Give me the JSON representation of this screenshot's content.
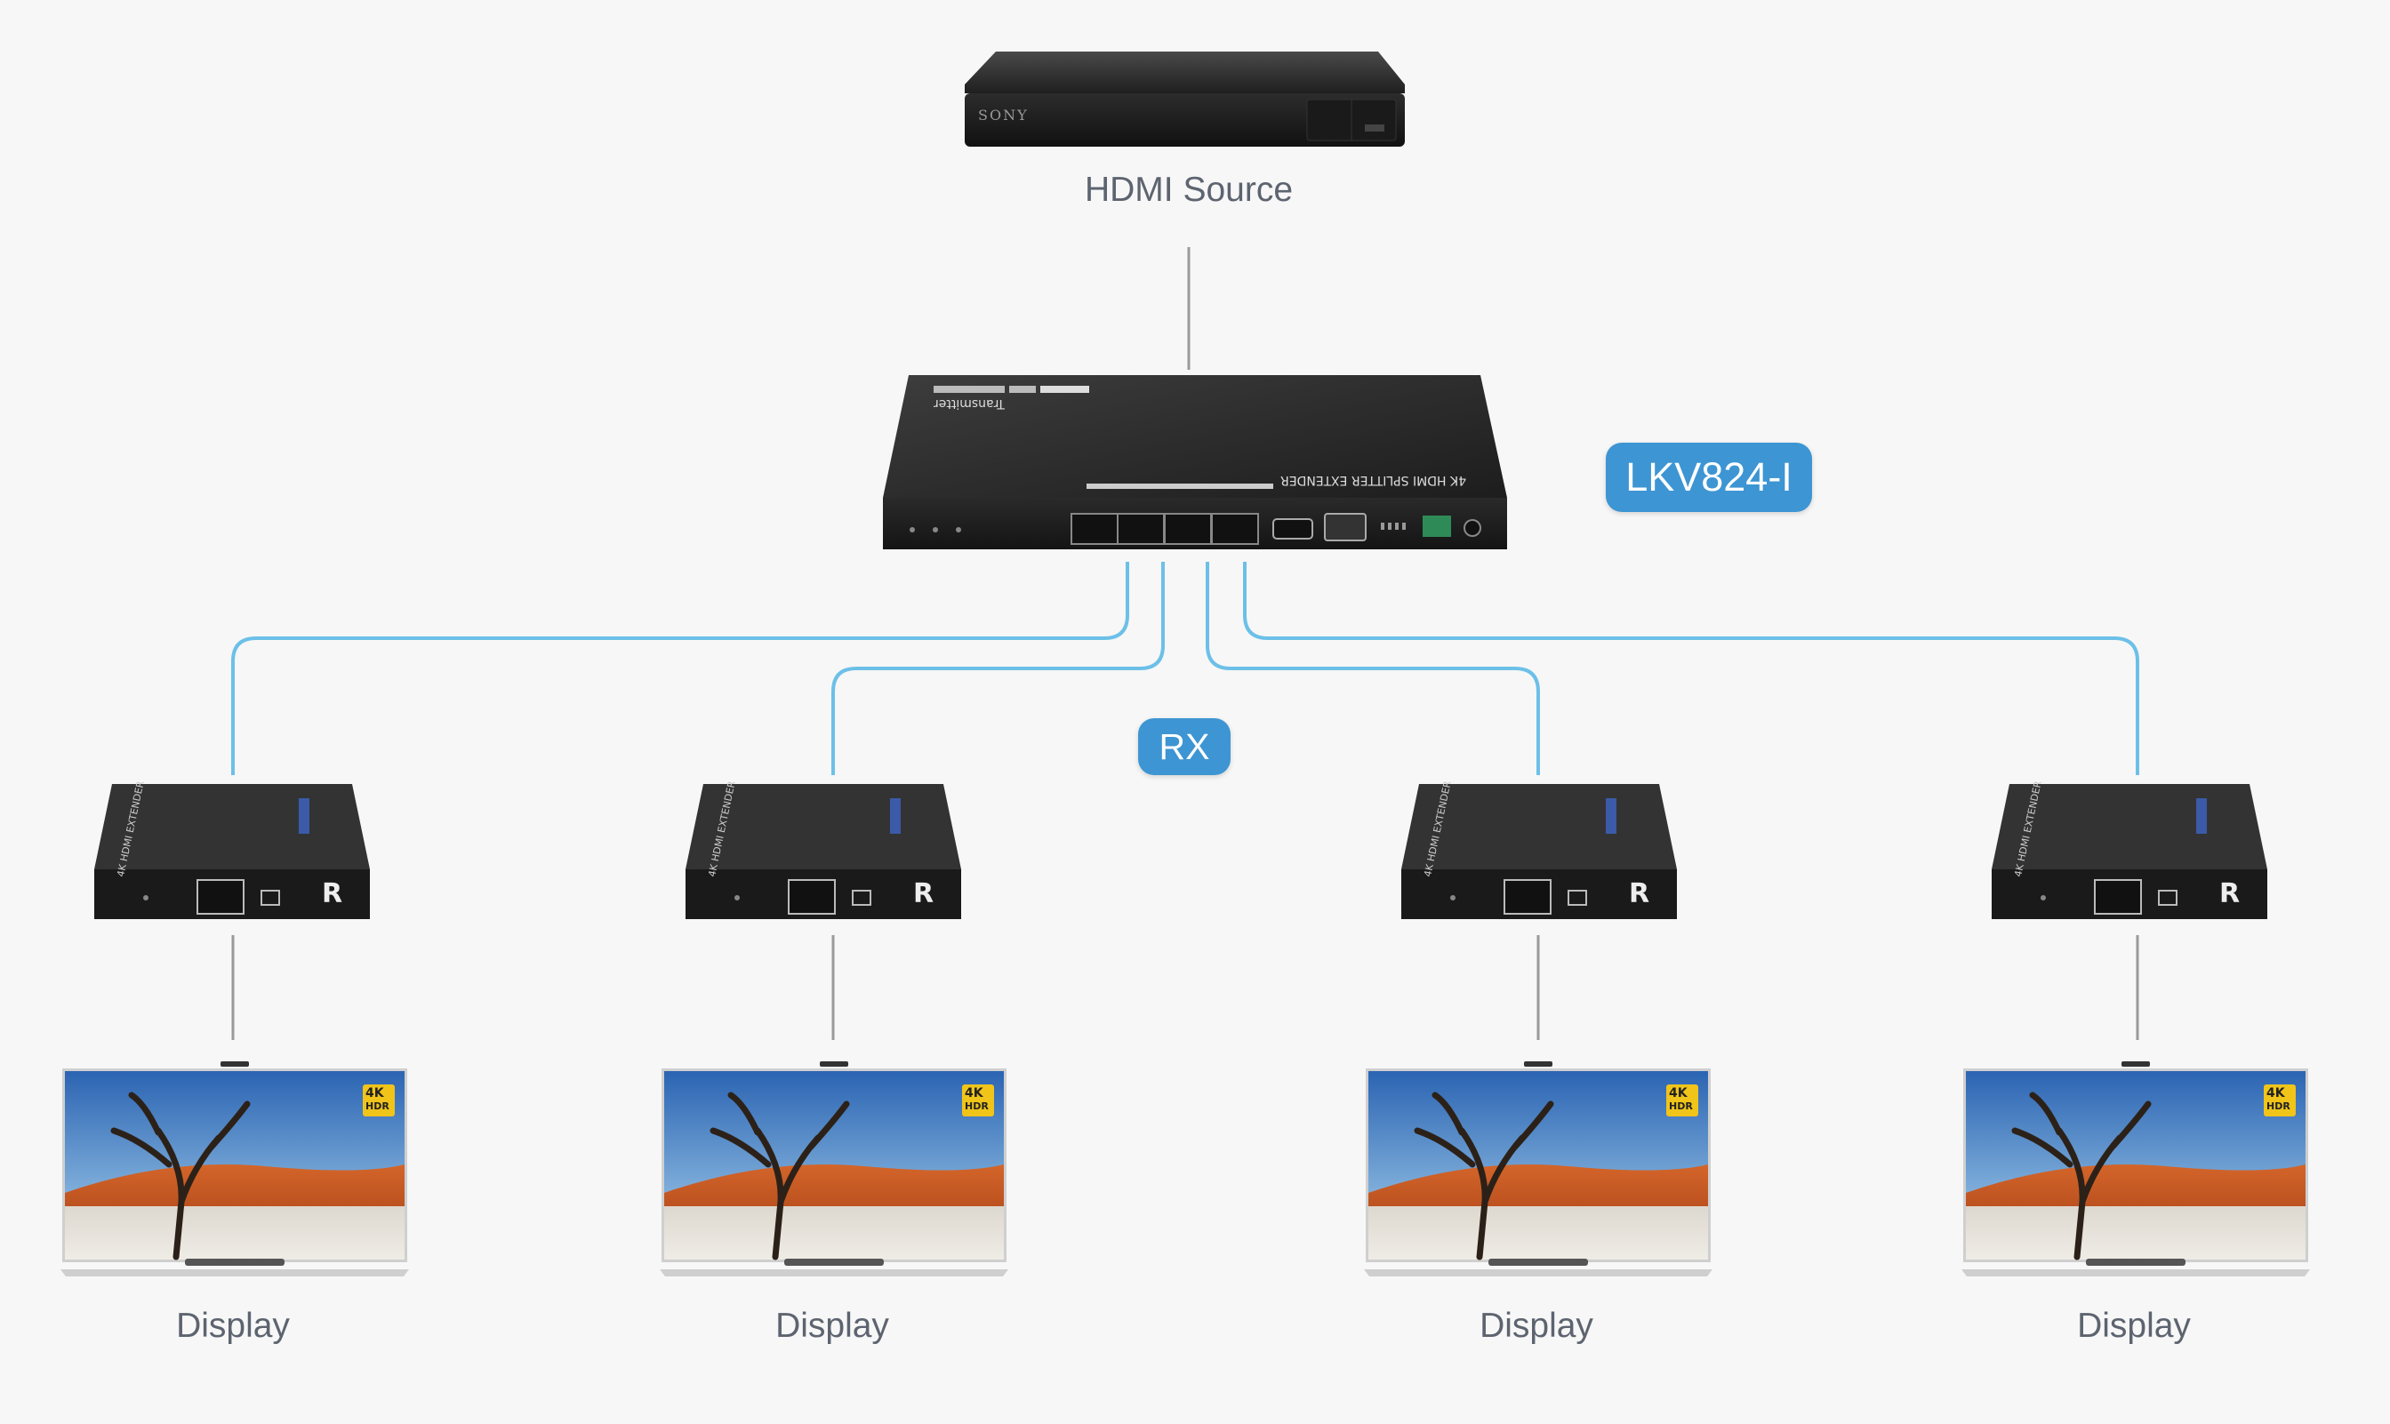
{
  "source": {
    "label": "HDMI Source",
    "brand": "SONY"
  },
  "transmitter": {
    "badge": "LKV824-I",
    "model_text": "4K HDMI SPLITTER EXTENDER",
    "role_text": "Transmitter"
  },
  "receivers": {
    "badge": "RX",
    "face_letter": "R",
    "side_text": "4K HDMI EXTENDER"
  },
  "displays": [
    {
      "label": "Display",
      "badge_top": "4K",
      "badge_bottom": "HDR"
    },
    {
      "label": "Display",
      "badge_top": "4K",
      "badge_bottom": "HDR"
    },
    {
      "label": "Display",
      "badge_top": "4K",
      "badge_bottom": "HDR"
    },
    {
      "label": "Display",
      "badge_top": "4K",
      "badge_bottom": "HDR"
    }
  ],
  "colors": {
    "background": "#f7f7f7",
    "badge": "#3d95d3",
    "cable_cat": "#6cc0e8",
    "cable_hdmi": "#9a9a9a",
    "device_body": "#2b2b2b",
    "label_text": "#5d6470"
  }
}
